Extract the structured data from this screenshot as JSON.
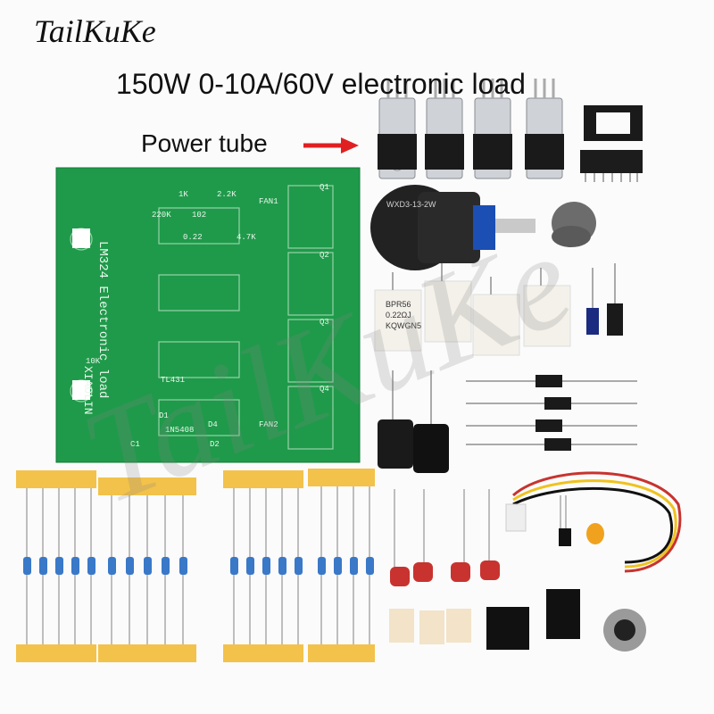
{
  "brand": "TailKuKe",
  "headline": "150W 0-10A/60V electronic load",
  "callout": "Power tube",
  "watermark": "TailKuKe",
  "pcb": {
    "silkscreen": [
      "LM324 Electronic load",
      "XIAOLIN",
      "TL431",
      "1N5408"
    ],
    "part_labels": [
      "Q1",
      "Q2",
      "Q3",
      "Q4",
      "D1",
      "D2",
      "D4",
      "C1",
      "FAN1",
      "FAN2",
      "2.2K",
      "1K",
      "0.22",
      "220K",
      "102",
      "4.7K",
      "10K"
    ]
  },
  "potentiometer_label": "WXD3-13-2W",
  "resistor_label": [
    "BPR56",
    "0.22ΩJ",
    "KQWGN5"
  ],
  "colors": {
    "pcb_green": "#1f9a4a",
    "arrow_red": "#e02020",
    "tape_yellow": "#f3c24a",
    "background": "#fbfbfb"
  }
}
